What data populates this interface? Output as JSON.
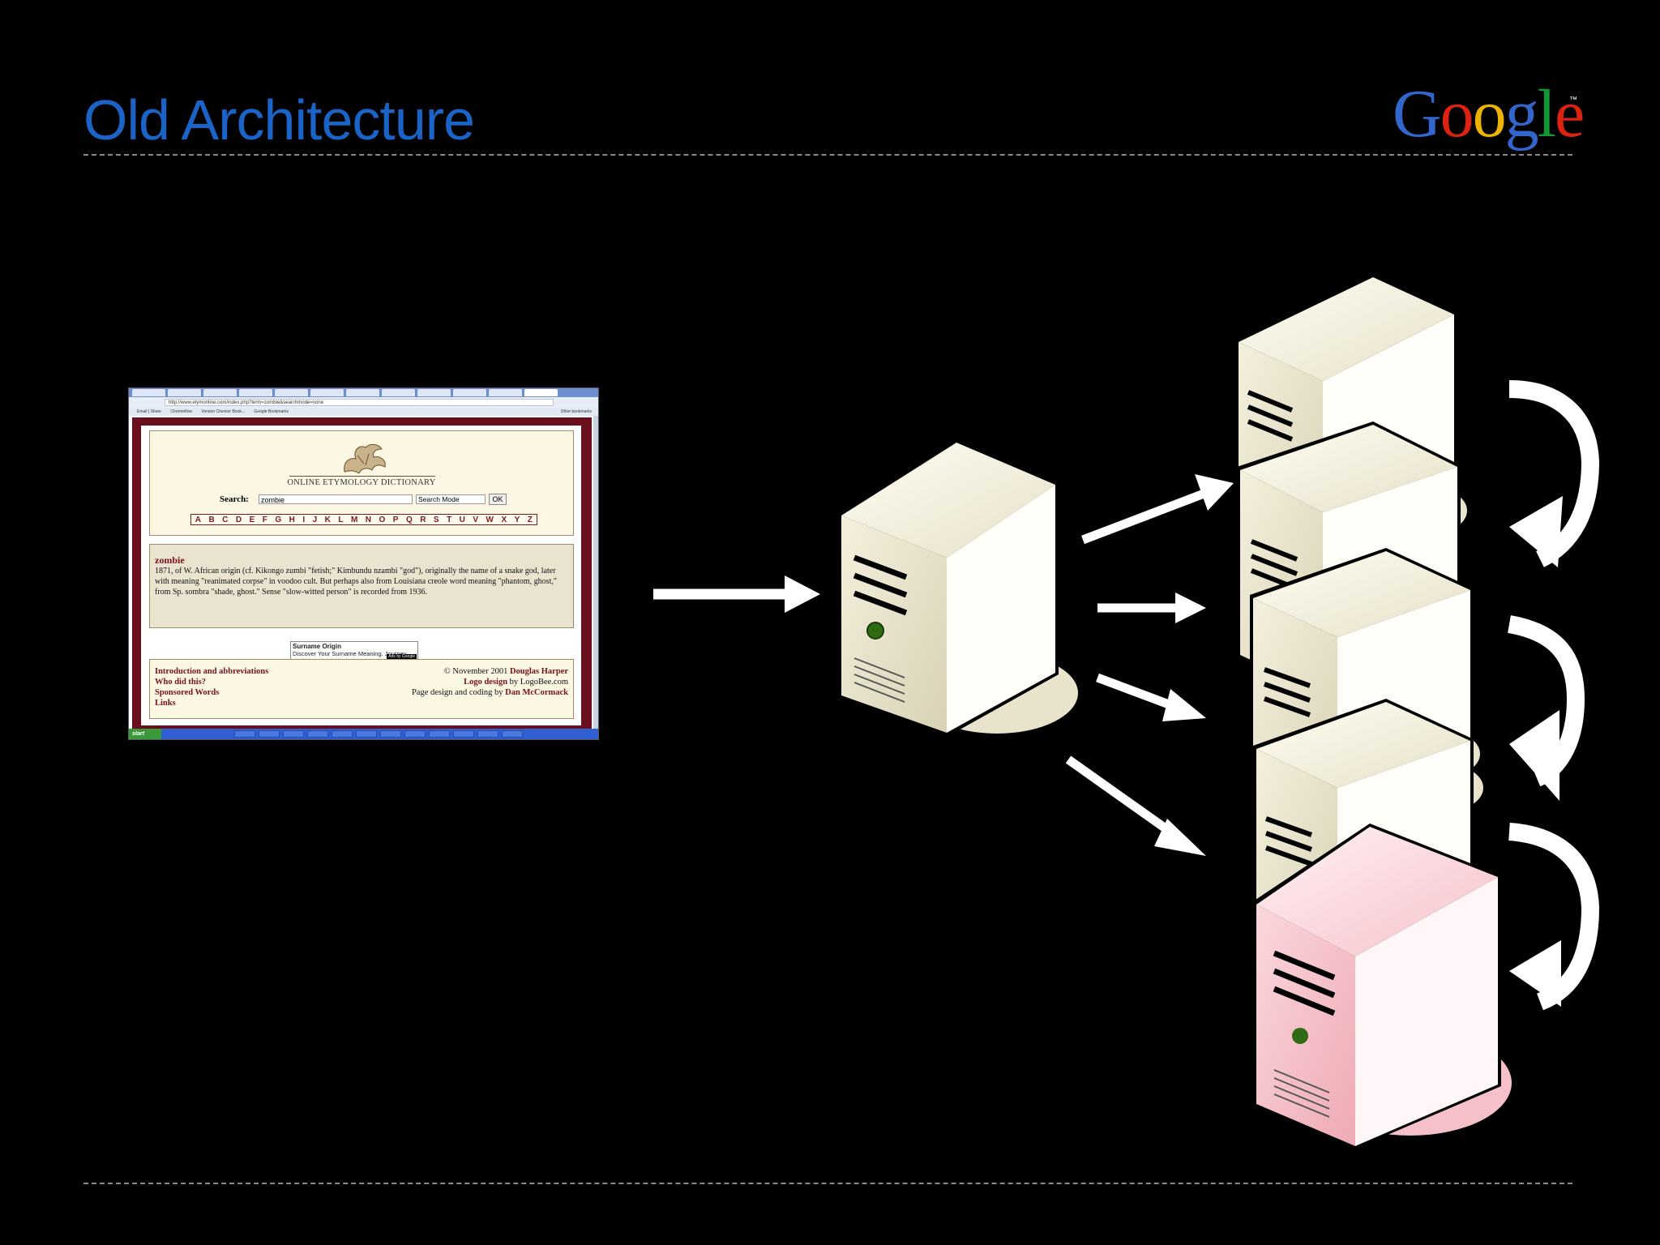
{
  "slide": {
    "title": "Old Architecture",
    "logo": {
      "letters": [
        {
          "char": "G",
          "color": "#3366cc"
        },
        {
          "char": "o",
          "color": "#dd2211"
        },
        {
          "char": "o",
          "color": "#eeb200"
        },
        {
          "char": "g",
          "color": "#3366cc"
        },
        {
          "char": "l",
          "color": "#119933"
        },
        {
          "char": "e",
          "color": "#dd2211"
        }
      ],
      "tm": "™"
    }
  },
  "browser": {
    "url": "http://www.etymonline.com/index.php?term=zombie&searchmode=none",
    "bookmarks": [
      "Email | Share",
      "Chromeflow",
      "Version Checker Book...",
      "Google Bookmarks",
      "Other bookmarks"
    ],
    "dictionary_title": "ONLINE ETYMOLOGY DICTIONARY",
    "search_label": "Search:",
    "search_value": "zombie",
    "search_mode": "Search Mode",
    "ok_label": "OK",
    "alphabet": [
      "A",
      "B",
      "C",
      "D",
      "E",
      "F",
      "G",
      "H",
      "I",
      "J",
      "K",
      "L",
      "M",
      "N",
      "O",
      "P",
      "Q",
      "R",
      "S",
      "T",
      "U",
      "V",
      "W",
      "X",
      "Y",
      "Z"
    ],
    "entry_word": "zombie",
    "entry_text": "1871, of W. African origin (cf. Kikongo zumbi \"fetish;\" Kimbundu nzambi \"god\"), originally the name of a snake god, later with meaning \"reanimated corpse\" in voodoo cult. But perhaps also from Louisiana creole word meaning \"phantom, ghost,\" from Sp. sombra \"shade, ghost.\" Sense \"slow-witted person\" is recorded from 1936.",
    "ad_title": "Surname Origin",
    "ad_text": "Discover Your Surname Meaning. Journey And...",
    "ad_badge": "Ads by Google",
    "footer_links": [
      "Introduction and abbreviations",
      "Who did this?",
      "Sponsored Words",
      "Links"
    ],
    "footer_right": [
      {
        "plain": "© November 2001 ",
        "bold": "Douglas Harper"
      },
      {
        "bold": "Logo design",
        "plain": " by LogoBee.com"
      },
      {
        "plain": "Page design and coding by ",
        "bold": "Dan McCormack"
      }
    ],
    "start_label": "start"
  },
  "colors": {
    "title": "#1a63c7",
    "server_beige": "#e9e3cc",
    "server_pink": "#f5c0c8",
    "arrow": "#ffffff"
  },
  "icons": [
    "browser-screenshot",
    "server-icon",
    "server-icon-failed",
    "arrow-right",
    "retry-loop-arrow"
  ]
}
